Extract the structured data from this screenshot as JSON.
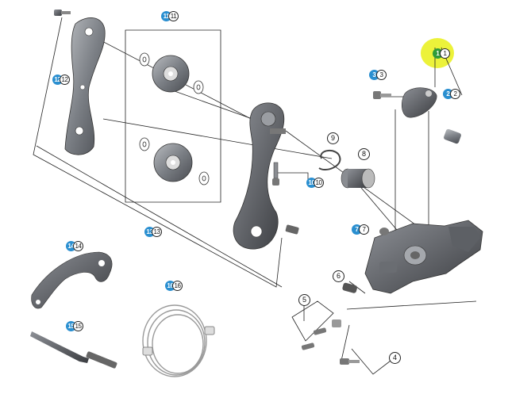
{
  "highlight_color": "#ecf23a",
  "badge_blue": "#2a8fd0",
  "badge_green": "#2e9b3a",
  "callouts": {
    "c1": {
      "badge": "1",
      "circle": "1",
      "color": "green"
    },
    "c2": {
      "badge": "2",
      "circle": "2",
      "color": "blue"
    },
    "c3": {
      "badge": "3",
      "circle": "3",
      "color": "blue"
    },
    "c4": {
      "circle": "4"
    },
    "c5": {
      "circle": "5"
    },
    "c6": {
      "circle": "6"
    },
    "c7": {
      "badge": "7",
      "circle": "7",
      "color": "blue"
    },
    "c8": {
      "circle": "8"
    },
    "c9": {
      "circle": "9"
    },
    "c10": {
      "badge": "10",
      "circle": "10",
      "color": "blue"
    },
    "c11": {
      "badge": "11",
      "circle": "11",
      "color": "blue"
    },
    "c12": {
      "badge": "12",
      "circle": "12",
      "color": "blue"
    },
    "c13": {
      "badge": "13",
      "circle": "13",
      "color": "blue"
    },
    "c14": {
      "badge": "14",
      "circle": "14",
      "color": "blue"
    },
    "c15": {
      "badge": "15",
      "circle": "15",
      "color": "blue"
    },
    "c16": {
      "badge": "16",
      "circle": "16",
      "color": "blue"
    }
  }
}
